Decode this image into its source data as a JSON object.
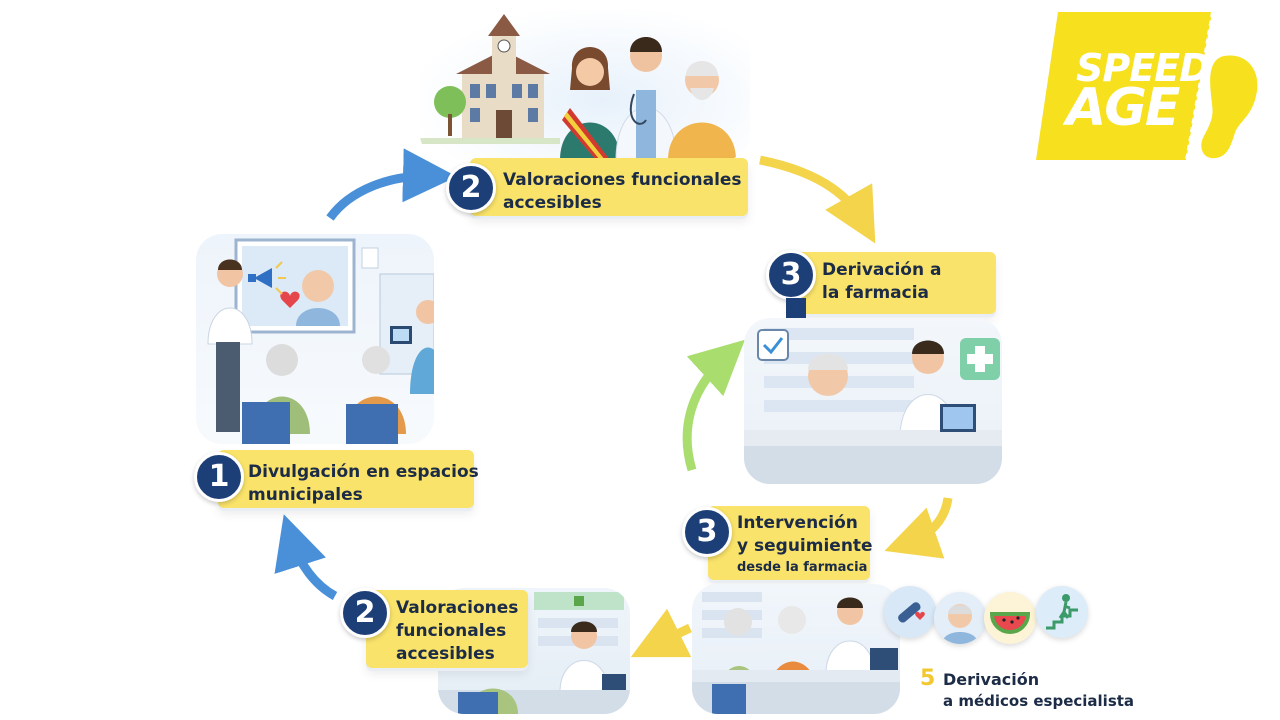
{
  "logo": {
    "line1": "SPEED",
    "line2": "AGE",
    "color": "#f7e01d"
  },
  "steps": [
    {
      "id": "top",
      "number": "2",
      "line1": "Valoraciones funcionales",
      "line2": "accesibles"
    },
    {
      "id": "right",
      "number": "3",
      "line1": "Derivación a",
      "line2": "la farmacia"
    },
    {
      "id": "left",
      "number": "1",
      "line1": "Divulgación en espacios",
      "line2": "municipales"
    },
    {
      "id": "bottom-right",
      "number": "3",
      "line1": "Intervención",
      "line2": "y seguimiente",
      "line3": "desde la farmacia"
    },
    {
      "id": "bottom-left",
      "number": "2",
      "line1": "Valoraciones",
      "line2": "funcionales",
      "line3": "accesibles"
    },
    {
      "id": "referral",
      "number": "5",
      "line1": "Derivación",
      "line2": "a médicos especialista"
    }
  ],
  "colors": {
    "badge": "#1d3f78",
    "label": "#f9e36a",
    "arrow_blue": "#4a90d9",
    "arrow_yellow": "#f4d44a",
    "arrow_green": "#a9dd6e"
  },
  "icons": [
    "medication-icon",
    "elderly-person-icon",
    "watermelon-icon",
    "stairs-exercise-icon"
  ]
}
